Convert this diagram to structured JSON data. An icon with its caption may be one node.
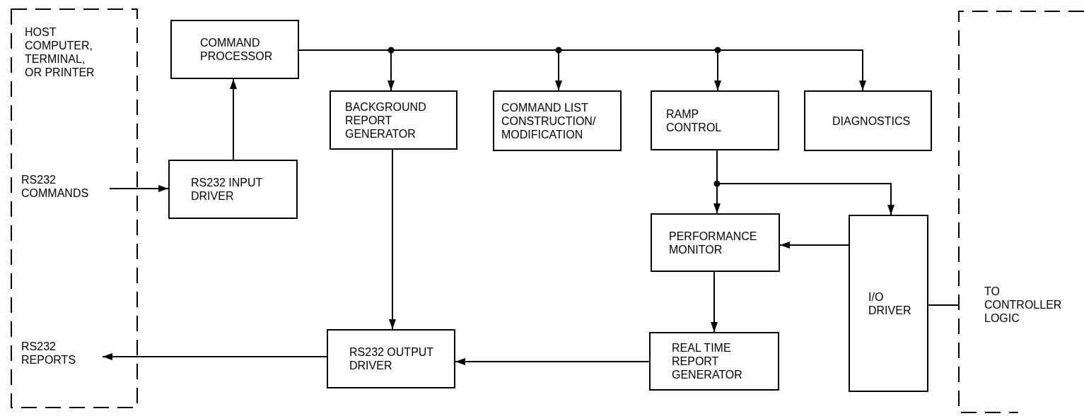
{
  "diagram": {
    "nodes": [
      {
        "text": [
          "HOST COMPUTER, TERMINAL, OR PRINTER"
        ]
      },
      {
        "text": [
          "RS232 COMMANDS"
        ],
        "in": 0
      },
      {
        "text": [
          "RS232 REPORTS"
        ],
        "in": 0
      },
      {
        "text": [
          "COMMAND PROCESSOR"
        ]
      },
      {
        "text": [
          "BACKGROUND REPORT GENERATOR"
        ]
      },
      {
        "text": [
          "COMMAND LIST CONSTRUCTION/ MODIFICATION"
        ]
      },
      {
        "text": [
          "RAMP CONTROL"
        ]
      },
      {
        "text": [
          "DIAGNOSTICS"
        ]
      },
      {
        "text": [
          "RS232 INPUT DRIVER"
        ]
      },
      {
        "text": [
          "PERFORMANCE MONITOR"
        ]
      },
      {
        "text": [
          "I/O DRIVER"
        ]
      },
      {
        "text": [
          "RS232 OUTPUT DRIVER"
        ]
      },
      {
        "text": [
          "REAL TIME REPORT GENERATOR"
        ]
      },
      {
        "text": [
          "TO CONTROLLER LOGIC"
        ]
      }
    ],
    "edges": [
      {
        "from": 1,
        "to": 8,
        "arrow": "to"
      },
      {
        "from": 8,
        "to": 3,
        "arrow": "to"
      },
      {
        "from": 3,
        "to": 4,
        "arrow": "to"
      },
      {
        "from": 3,
        "to": 5,
        "arrow": "to"
      },
      {
        "from": 3,
        "to": 6,
        "arrow": "to"
      },
      {
        "from": 3,
        "to": 7,
        "arrow": "to"
      },
      {
        "from": 6,
        "to": 9,
        "arrow": "to"
      },
      {
        "from": 6,
        "to": 10,
        "arrow": "to"
      },
      {
        "from": 10,
        "to": 9,
        "arrow": "to"
      },
      {
        "from": 9,
        "to": 12,
        "arrow": "to"
      },
      {
        "from": 4,
        "to": 11,
        "arrow": "to"
      },
      {
        "from": 12,
        "to": 11,
        "arrow": "to"
      },
      {
        "from": 11,
        "to": 2,
        "arrow": "to"
      },
      {
        "from": 10,
        "to": 13,
        "arrow": "none"
      }
    ]
  }
}
